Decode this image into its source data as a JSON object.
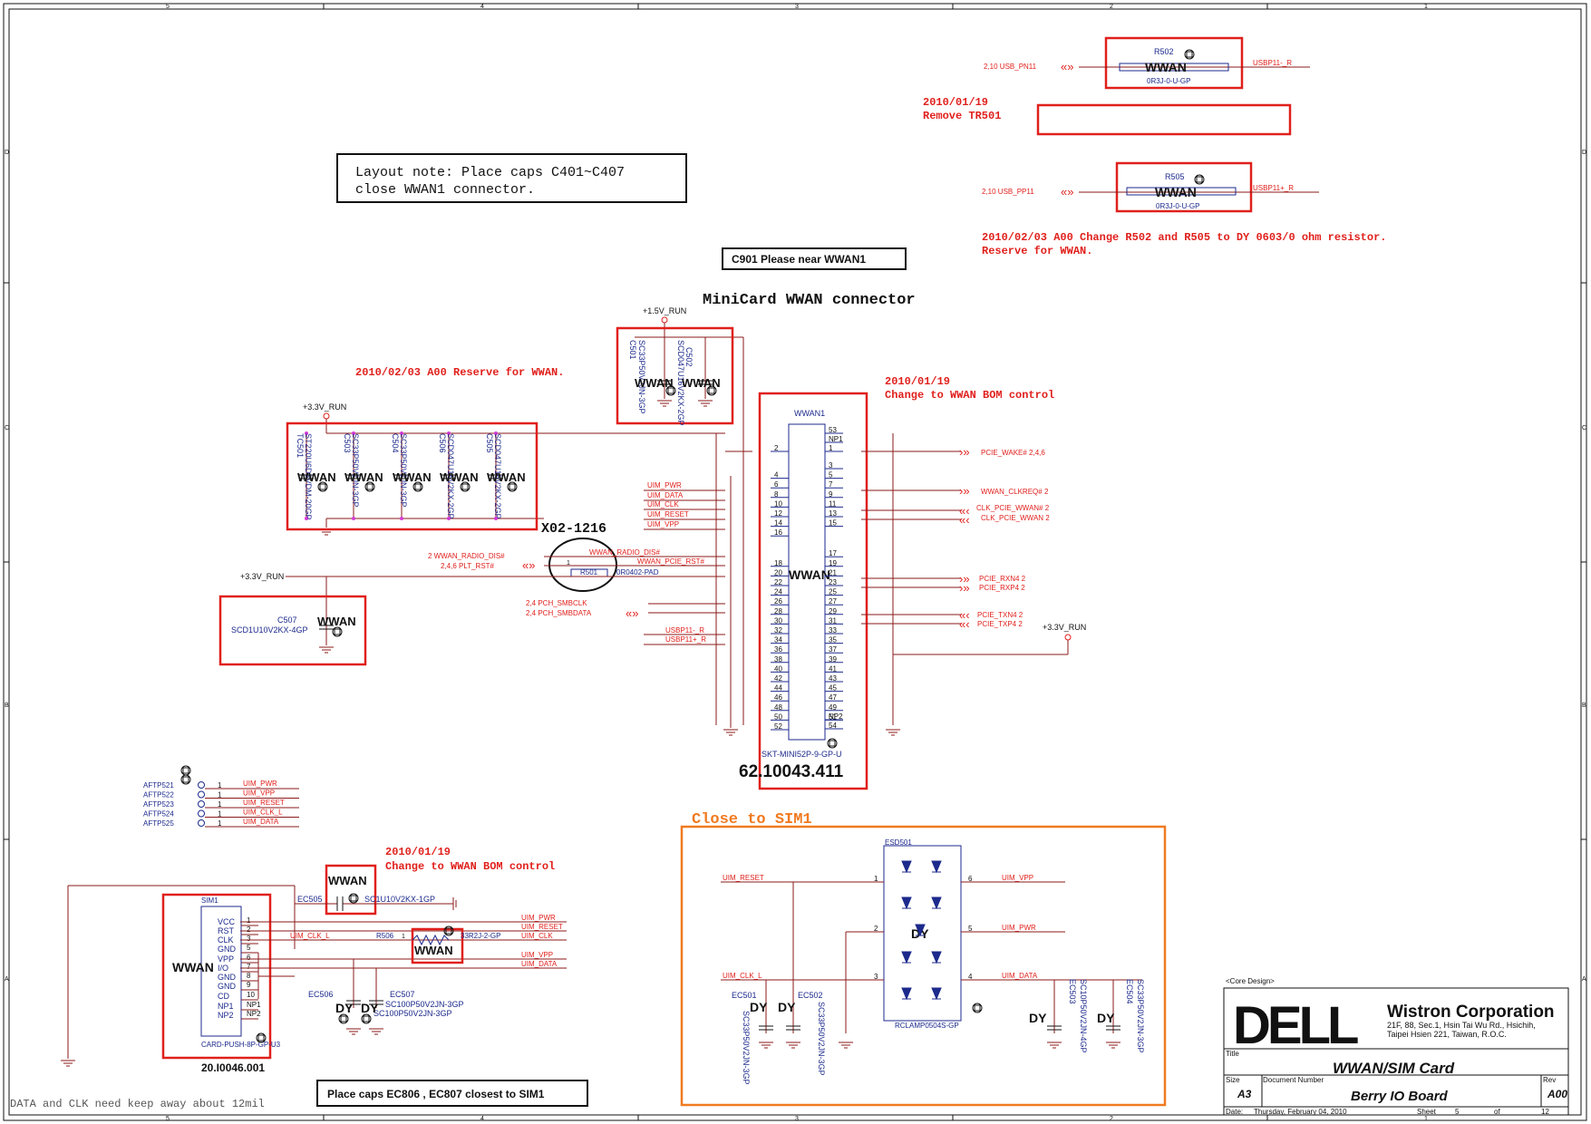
{
  "frame": {
    "cols": [
      "5",
      "4",
      "3",
      "2",
      "1"
    ],
    "rows": [
      "D",
      "C",
      "B",
      "A"
    ]
  },
  "notes": {
    "layout_note_1": "Layout note: Place caps C401~C407",
    "layout_note_2": "close WWAN1 connector.",
    "c901_note": "C901 Please near WWAN1",
    "title": "MiniCard WWAN connector",
    "reserve_note": "2010/02/03 A00 Reserve for WWAN.",
    "bom_date_1": "2010/01/19",
    "bom_change_1": "Change to WWAN BOM control",
    "bom_date_2": "2010/01/19",
    "bom_change_2": "Change to WWAN BOM control",
    "remove_date": "2010/01/19",
    "remove_text": "Remove TR501",
    "change_r502_1": "2010/02/03 A00 Change R502 and R505 to DY 0603/0 ohm resistor.",
    "change_r502_2": "Reserve for WWAN.",
    "x02": "X02-1216",
    "close_sim": "Close to SIM1",
    "ec_note": "Place caps EC806 , EC807 closest to SIM1",
    "data_clk_note": "DATA and CLK need keep away about 12mil"
  },
  "resistors": {
    "r502": {
      "ref": "R502",
      "tag": "WWAN",
      "part": "0R3J-0-U-GP",
      "left_net": "2,10  USB_PN11",
      "right_net": "USBP11-_R"
    },
    "r505": {
      "ref": "R505",
      "tag": "WWAN",
      "part": "0R3J-0-U-GP",
      "left_net": "2,10  USB_PP11",
      "right_net": "USBP11+_R"
    }
  },
  "power": {
    "v15": "+1.5V_RUN",
    "v33a": "+3.3V_RUN",
    "v33b": "+3.3V_RUN",
    "v33c": "+3.3V_RUN"
  },
  "caps_top": [
    {
      "ref": "C501",
      "part": "SC33P50V2JN-3GP"
    },
    {
      "ref": "C502",
      "part": "SCD047U16V2KX-2GP"
    }
  ],
  "caps_row": [
    {
      "ref": "TC501",
      "part": "ST220U6D3VDM-20GP"
    },
    {
      "ref": "C503",
      "part": "SC33P50V2JN-3GP"
    },
    {
      "ref": "C504",
      "part": "SC33P50V2JN-3GP"
    },
    {
      "ref": "C506",
      "part": "SCD047U16V2KX-2GP"
    },
    {
      "ref": "C505",
      "part": "SCD047U16V2KX-2GP"
    }
  ],
  "wwan_tag": "WWAN",
  "c507": {
    "ref": "C507",
    "part": "SCD1U10V2KX-4GP"
  },
  "r501": {
    "ref": "R501",
    "part": "0R0402-PAD"
  },
  "left_nets": {
    "radio": "2  WWAN_RADIO_DIS#",
    "plt": "2,4,6  PLT_RST#",
    "radio_int": "WWAN_RADIO_DIS#",
    "pcie_rst": "WWAN_PCIE_RST#",
    "smbclk": "2,4  PCH_SMBCLK",
    "smbdata": "2,4  PCH_SMBDATA",
    "uim_pwr": "UIM_PWR",
    "uim_data": "UIM_DATA",
    "uim_clk": "UIM_CLK",
    "uim_reset": "UIM_RESET",
    "uim_vpp": "UIM_VPP",
    "usbp_n": "USBP11-_R",
    "usbp_p": "USBP11+_R"
  },
  "connector": {
    "ref": "WWAN1",
    "part": "SKT-MINI52P-9-GP-U",
    "pn": "62.10043.411",
    "tag": "WWAN",
    "left_pins": [
      "2",
      "4",
      "6",
      "8",
      "10",
      "12",
      "14",
      "16",
      "18",
      "20",
      "22",
      "24",
      "26",
      "28",
      "30",
      "32",
      "34",
      "36",
      "38",
      "40",
      "42",
      "44",
      "46",
      "48",
      "50",
      "52"
    ],
    "right_pins_top": [
      "53",
      "NP1",
      "1"
    ],
    "right_pins": [
      "3",
      "5",
      "7",
      "9",
      "11",
      "13",
      "15",
      "17",
      "19",
      "21",
      "23",
      "25",
      "27",
      "29",
      "31",
      "33",
      "35",
      "37",
      "39",
      "41",
      "43",
      "45",
      "47",
      "49",
      "51"
    ],
    "right_pins_bottom": [
      "NP2",
      "54"
    ]
  },
  "right_nets": {
    "wake": "PCIE_WAKE#  2,4,6",
    "clkreq": "WWAN_CLKREQ#  2",
    "clkp": "CLK_PCIE_WWAN#  2",
    "clkn": "CLK_PCIE_WWAN  2",
    "rxn": "PCIE_RXN4  2",
    "rxp": "PCIE_RXP4  2",
    "txn": "PCIE_TXN4  2",
    "txp": "PCIE_TXP4  2"
  },
  "testpoints": [
    {
      "ref": "AFTP521",
      "pin": "1",
      "net": "UIM_PWR"
    },
    {
      "ref": "AFTP522",
      "pin": "1",
      "net": "UIM_VPP"
    },
    {
      "ref": "AFTP523",
      "pin": "1",
      "net": "UIM_RESET"
    },
    {
      "ref": "AFTP524",
      "pin": "1",
      "net": "UIM_CLK_L"
    },
    {
      "ref": "AFTP525",
      "pin": "1",
      "net": "UIM_DATA"
    }
  ],
  "sim": {
    "ref": "SIM1",
    "tag": "WWAN",
    "part": "CARD-PUSH-8P-GP-U3",
    "pn": "20.I0046.001",
    "pins": [
      "VCC",
      "RST",
      "CLK",
      "GND",
      "VPP",
      "I/O",
      "GND",
      "GND",
      "CD",
      "NP1",
      "NP2"
    ],
    "nums": [
      "1",
      "2",
      "3",
      "5",
      "6",
      "7",
      "8",
      "9",
      "10",
      "NP1",
      "NP2"
    ]
  },
  "sim_nets": {
    "pwr": "UIM_PWR",
    "reset": "UIM_RESET",
    "clk": "UIM_CLK",
    "vpp": "UIM_VPP",
    "data": "UIM_DATA",
    "clk_l": "UIM_CLK_L"
  },
  "ec505": {
    "ref": "EC505",
    "part": "SC1U10V2KX-1GP",
    "tag": "WWAN"
  },
  "r506": {
    "ref": "R506",
    "part": "33R2J-2-GP",
    "tag": "WWAN",
    "pin": "1"
  },
  "ec506": {
    "ref": "EC506",
    "part": "SC100P50V2JN-3GP"
  },
  "ec507": {
    "ref": "EC507",
    "part": "SC100P50V2JN-3GP"
  },
  "dy": "DY",
  "esd": {
    "ref": "ESD501",
    "part": "RCLAMP0504S-GP",
    "dy": "DY",
    "left": [
      {
        "pin": "1",
        "net": "UIM_RESET"
      },
      {
        "pin": "2",
        "net": ""
      },
      {
        "pin": "3",
        "net": "UIM_CLK_L"
      }
    ],
    "right": [
      {
        "pin": "6",
        "net": "UIM_VPP"
      },
      {
        "pin": "5",
        "net": "UIM_PWR"
      },
      {
        "pin": "4",
        "net": "UIM_DATA"
      }
    ]
  },
  "ec_caps": [
    {
      "ref": "EC501",
      "part": "SC33P50V2JN-3GP"
    },
    {
      "ref": "EC502",
      "part": "SC33P50V2JN-3GP"
    },
    {
      "ref": "EC503",
      "part": "SC10P50V2JN-4GP"
    },
    {
      "ref": "EC504",
      "part": "SC33P50V2JN-3GP"
    }
  ],
  "title_block": {
    "core": "<Core Design>",
    "logo": "DELL",
    "company": "Wistron Corporation",
    "addr1": "21F, 88, Sec.1, Hsin Tai Wu Rd., Hsichih,",
    "addr2": "Taipei Hsien 221, Taiwan, R.O.C.",
    "title_label": "Title",
    "title": "WWAN/SIM Card",
    "size_label": "Size",
    "size": "A3",
    "docnum_label": "Document Number",
    "docnum": "Berry IO Board",
    "rev_label": "Rev",
    "rev": "A00",
    "date_label": "Date:",
    "date": "Thursday, February 04, 2010",
    "sheet_label": "Sheet",
    "sheet": "5",
    "of_label": "of",
    "of": "12"
  }
}
